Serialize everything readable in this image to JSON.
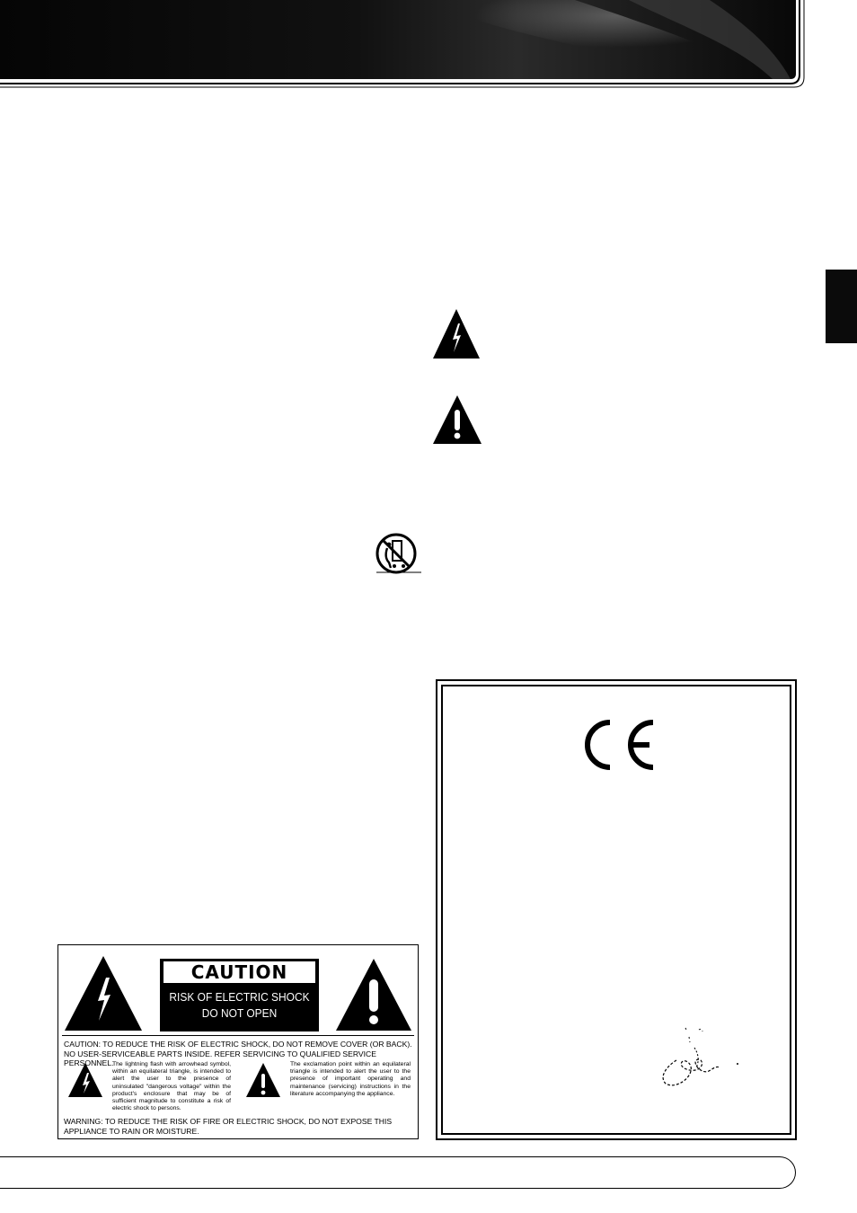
{
  "colors": {
    "ink": "#000000",
    "paper": "#ffffff",
    "tab": "#0b0b0b"
  },
  "icons": {
    "lightning_warning": "lightning-triangle-icon",
    "exclamation_warning": "exclamation-triangle-icon",
    "cart_warning": "cart-tip-over-icon",
    "ce_mark": "ce-mark-icon",
    "signature": "signature-icon"
  },
  "caution_label": {
    "title": "CAUTION",
    "risk_line": "RISK OF ELECTRIC SHOCK",
    "open_line": "DO NOT OPEN",
    "statement": "CAUTION: TO REDUCE THE RISK OF ELECTRIC SHOCK, DO NOT REMOVE COVER (OR BACK). NO USER-SERVICEABLE PARTS INSIDE. REFER SERVICING TO QUALIFIED SERVICE PERSONNEL.",
    "lightning_desc": "The lightning flash with arrowhead symbol, within an equilateral triangle, is intended to alert the user to the presence of uninsulated \"dangerous voltage\" within the product's enclosure that may be of sufficient magnitude to constitute a risk of electric shock to persons.",
    "exclamation_desc": "The exclamation point within an equilateral triangle is intended to alert the user to the presence of important operating and maintenance (servicing) instructions in the literature accompanying the appliance.",
    "warning": "WARNING: TO REDUCE THE RISK OF FIRE OR ELECTRIC SHOCK, DO NOT EXPOSE THIS APPLIANCE TO RAIN OR MOISTURE."
  }
}
